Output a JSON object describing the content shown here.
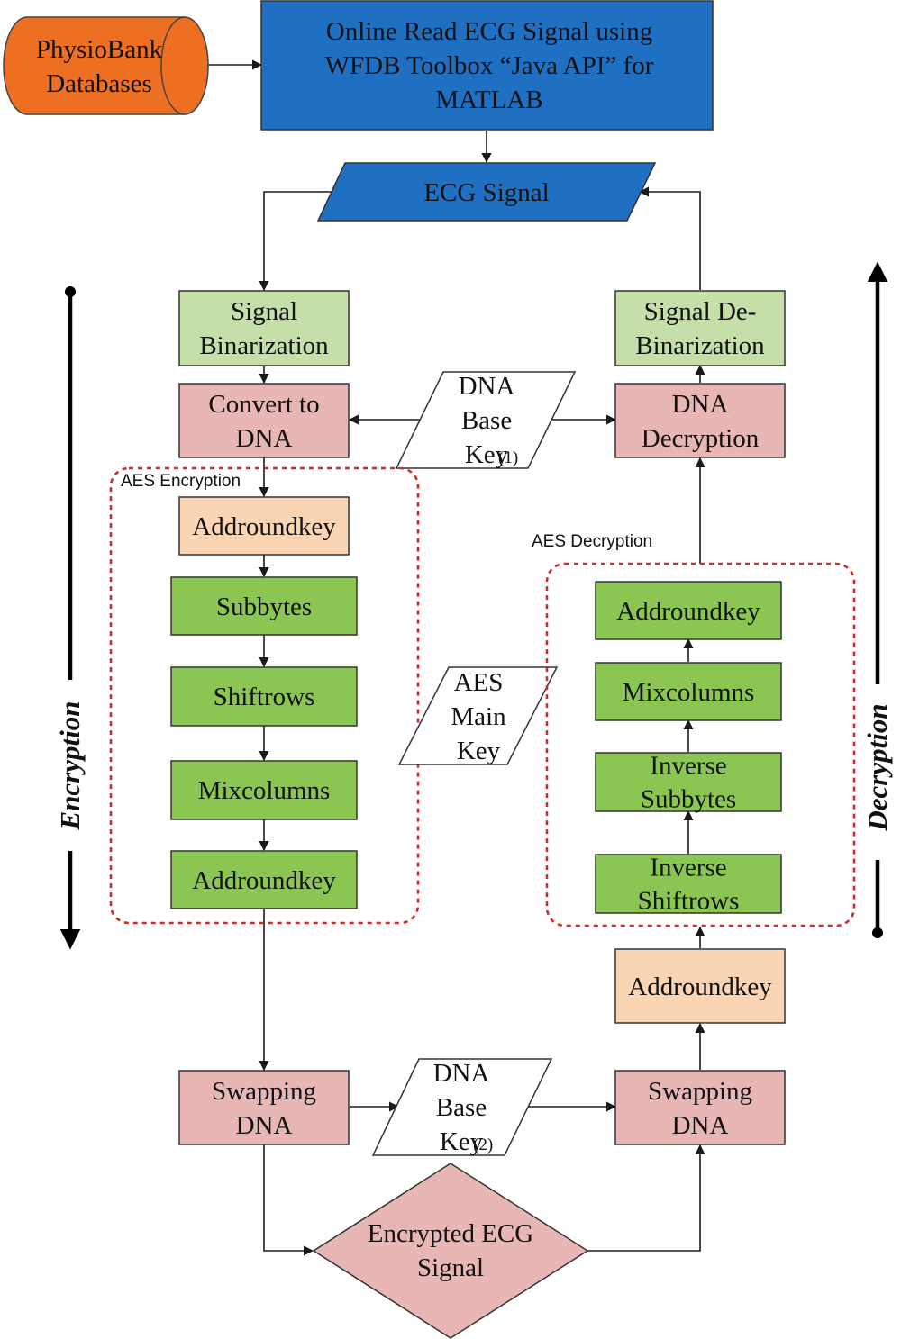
{
  "nodes": {
    "physiobank": [
      "PhysioBank",
      "Databases"
    ],
    "online_read": [
      "Online Read ECG Signal using",
      "WFDB Toolbox “Java API” for",
      "MATLAB"
    ],
    "ecg_signal": [
      "ECG Signal"
    ],
    "signal_binarization": [
      "Signal",
      "Binarization"
    ],
    "signal_debinarization": [
      "Signal De-",
      "Binarization"
    ],
    "convert_to_dna": [
      "Convert to",
      "DNA"
    ],
    "dna_decryption": [
      "DNA",
      "Decryption"
    ],
    "dna_base_key_1": [
      "DNA",
      "Base",
      "Key"
    ],
    "dna_base_key_1_num": "(1)",
    "enc_addroundkey_1": [
      "Addroundkey"
    ],
    "enc_subbytes": [
      "Subbytes"
    ],
    "enc_shiftrows": [
      "Shiftrows"
    ],
    "enc_mixcolumns": [
      "Mixcolumns"
    ],
    "enc_addroundkey_2": [
      "Addroundkey"
    ],
    "aes_main_key": [
      "AES",
      "Main",
      "Key"
    ],
    "dec_addroundkey_1": [
      "Addroundkey"
    ],
    "dec_mixcolumns": [
      "Mixcolumns"
    ],
    "dec_inverse_subbytes": [
      "Inverse",
      "Subbytes"
    ],
    "dec_inverse_shiftrows": [
      "Inverse",
      "Shiftrows"
    ],
    "dec_addroundkey_2": [
      "Addroundkey"
    ],
    "swapping_dna_left": [
      "Swapping",
      "DNA"
    ],
    "swapping_dna_right": [
      "Swapping",
      "DNA"
    ],
    "dna_base_key_2": [
      "DNA",
      "Base",
      "Key"
    ],
    "dna_base_key_2_num": "(2)",
    "encrypted_ecg": [
      "Encrypted ECG",
      "Signal"
    ]
  },
  "groups": {
    "aes_encryption": "AES Encryption",
    "aes_decryption": "AES Decryption"
  },
  "side_labels": {
    "encryption": "Encryption",
    "decryption": "Decryption"
  },
  "colors": {
    "orange_cylinder": "#ec6f22",
    "blue_box": "#1f6fc2",
    "light_green": "#c6dfa9",
    "pink": "#e8b7b5",
    "peach": "#f9d5b4",
    "green": "#8cc652",
    "dashed_red": "#d62828"
  }
}
